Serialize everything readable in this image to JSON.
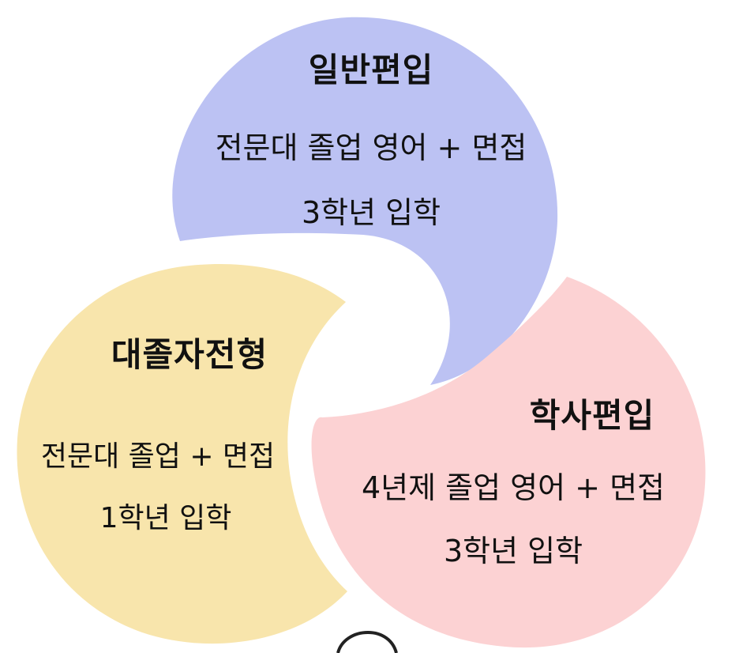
{
  "colors": {
    "general": "#bcc2f3",
    "bachelor": "#fcd2d3",
    "graduate": "#f8e5ac",
    "text": "#111111"
  },
  "general": {
    "title": "일반편입",
    "line1": "전문대 졸업 영어 + 면접",
    "line2": "3학년 입학"
  },
  "graduate": {
    "title": "대졸자전형",
    "line1": "전문대 졸업 + 면접",
    "line2": "1학년 입학"
  },
  "bachelor": {
    "title": "학사편입",
    "line1": "4년제 졸업 영어 + 면접",
    "line2": "3학년 입학"
  }
}
